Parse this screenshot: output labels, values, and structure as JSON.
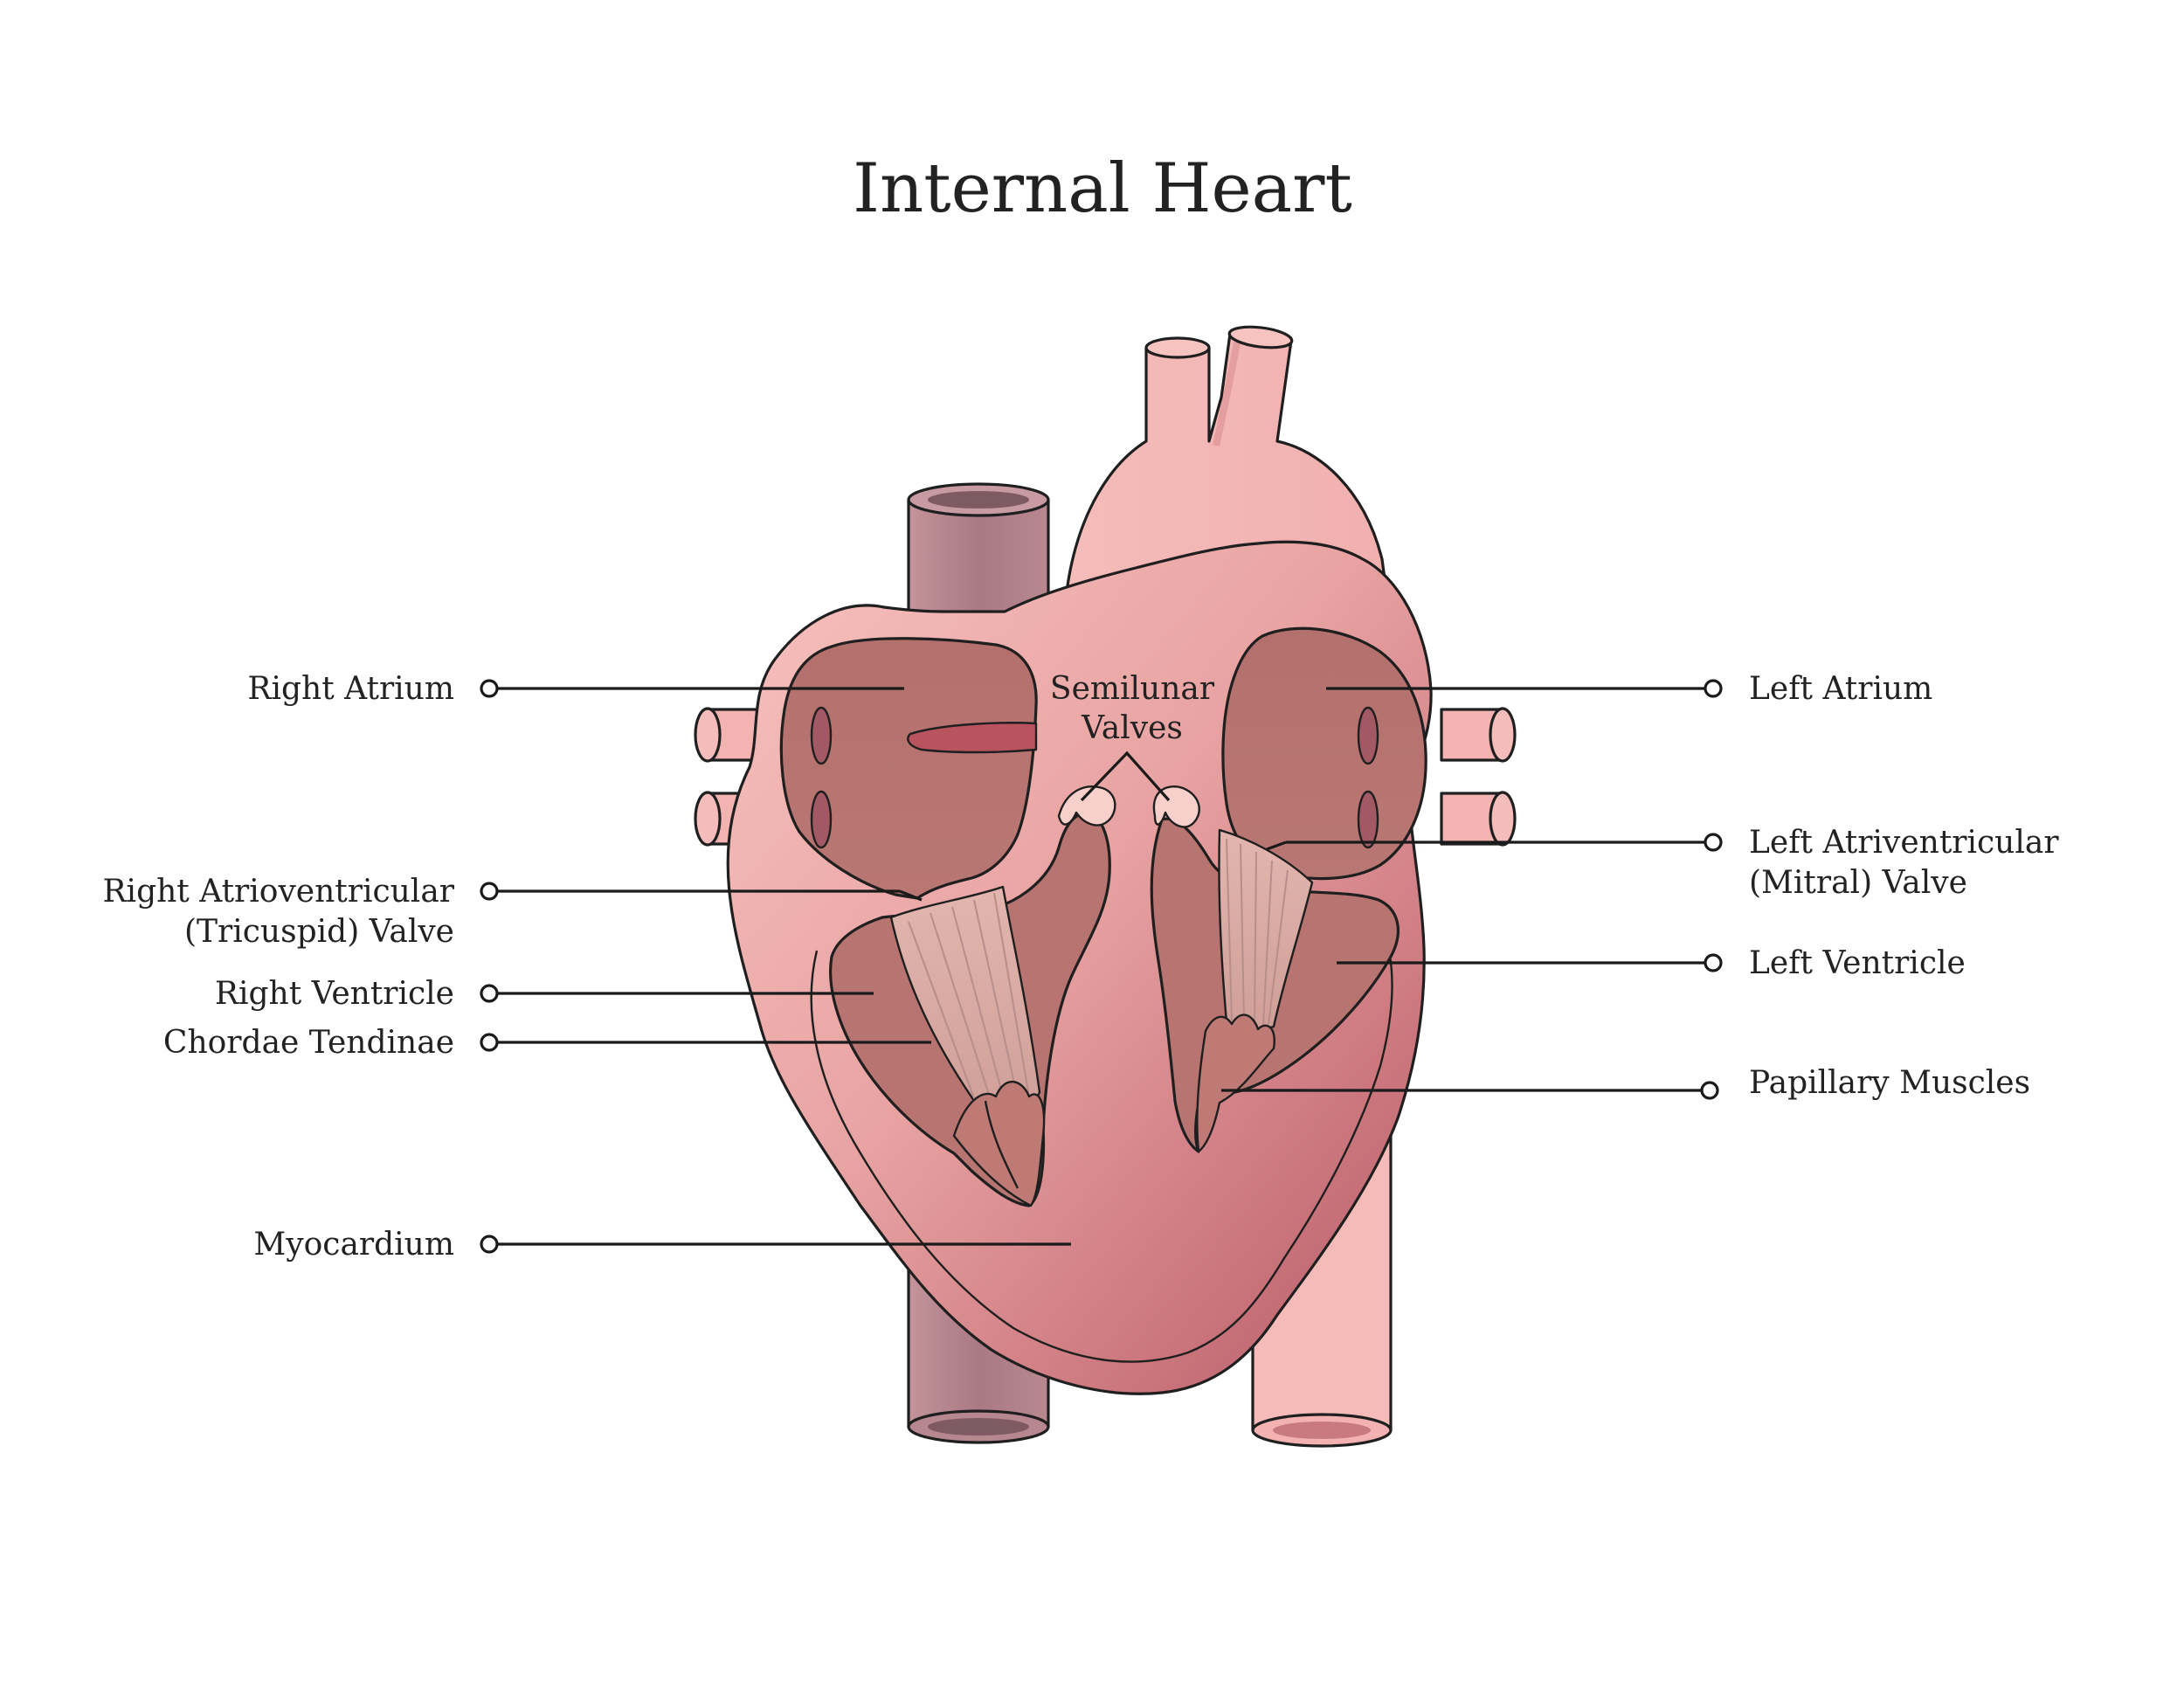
{
  "title": "Internal Heart",
  "labels": {
    "right_atrium": [
      "Right Atrium"
    ],
    "right_av_valve": [
      "Right Atrioventricular",
      "(Tricuspid) Valve"
    ],
    "right_ventricle": [
      "Right Ventricle"
    ],
    "chordae_tendinae": [
      "Chordae Tendinae"
    ],
    "myocardium": [
      "Myocardium"
    ],
    "semilunar_valves": [
      "Semilunar",
      "Valves"
    ],
    "left_atrium": [
      "Left Atrium"
    ],
    "left_av_valve": [
      "Left Atriventricular",
      "(Mitral) Valve"
    ],
    "left_ventricle": [
      "Left Ventricle"
    ],
    "papillary_muscles": [
      "Papillary Muscles"
    ]
  },
  "colors": {
    "vessel_pink": "#f3b6b4",
    "vein_mauve": "#b8838c",
    "heart_light": "#f2b4b2",
    "heart_dark": "#c06068",
    "chamber": "#b77470",
    "valve_tissue": "#d9a9a2",
    "line": "#1f1f1f"
  }
}
